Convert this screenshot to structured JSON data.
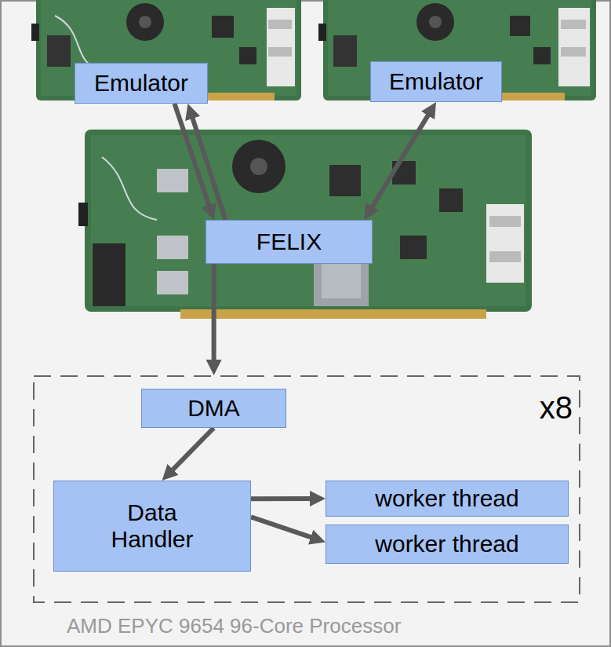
{
  "diagram": {
    "nodes": [
      {
        "text": [
          "Emulator"
        ]
      },
      {
        "text": [
          "Emulator"
        ]
      },
      {
        "text": [
          "FELIX"
        ]
      },
      {
        "text": [
          "x8"
        ]
      },
      {
        "text": [
          "DMA"
        ],
        "in": 3
      },
      {
        "text": [
          "Data Handler"
        ],
        "in": 3
      },
      {
        "text": [
          "worker thread"
        ],
        "in": 3
      },
      {
        "text": [
          "worker thread"
        ],
        "in": 3
      }
    ],
    "edges": [
      {
        "from": 0,
        "to": 2,
        "arrow": "to"
      },
      {
        "from": 2,
        "to": 0,
        "arrow": "to"
      },
      {
        "from": 1,
        "to": 2,
        "arrow": "both"
      },
      {
        "from": 2,
        "to": 3,
        "arrow": "to"
      },
      {
        "from": 4,
        "to": 5,
        "arrow": "to"
      },
      {
        "from": 5,
        "to": 6,
        "arrow": "to"
      },
      {
        "from": 5,
        "to": 7,
        "arrow": "to"
      }
    ],
    "labels": [
      "AMD EPYC 9654 96-Core Processor"
    ]
  }
}
